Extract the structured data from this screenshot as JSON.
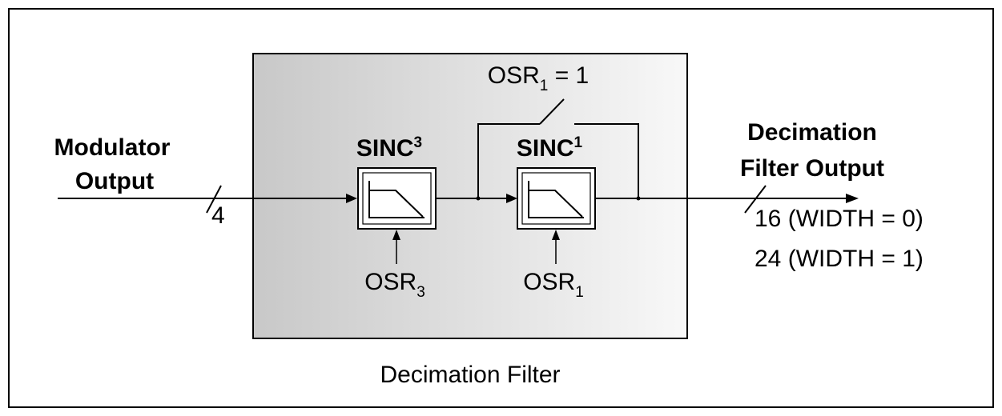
{
  "diagram": {
    "input": {
      "line1": "Modulator",
      "line2": "Output",
      "bus_width": "4"
    },
    "container_label": "Decimation Filter",
    "sinc3": {
      "name": "SINC",
      "superscript": "3",
      "control_base": "OSR",
      "control_sub": "3"
    },
    "sinc1": {
      "name": "SINC",
      "superscript": "1",
      "control_base": "OSR",
      "control_sub": "1"
    },
    "bypass": {
      "base": "OSR",
      "sub": "1",
      "rest": " = 1"
    },
    "output": {
      "line1": "Decimation",
      "line2": "Filter Output",
      "width0": "16 (WIDTH = 0)",
      "width1": "24 (WIDTH = 1)"
    },
    "colors": {
      "container_left": "#c8c8c8",
      "container_right": "#f8f8f8",
      "block_fill": "#ffffff",
      "line": "#000000"
    }
  }
}
